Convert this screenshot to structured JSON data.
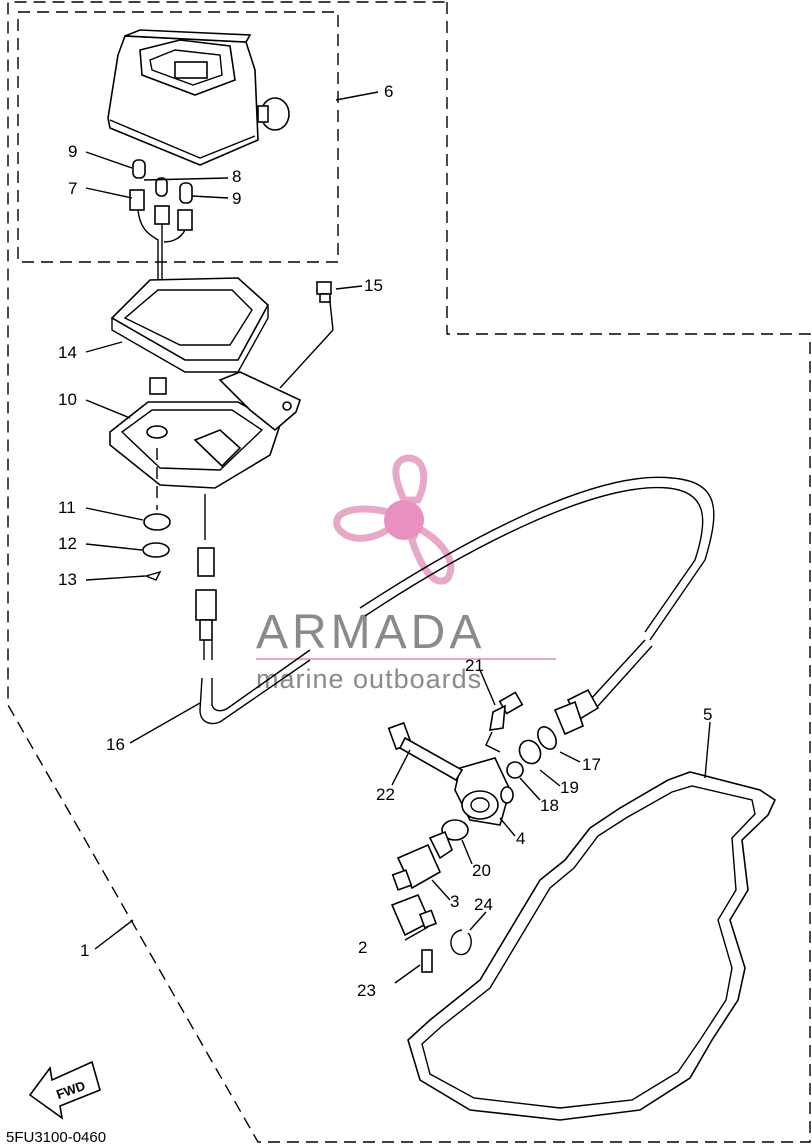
{
  "diagram": {
    "drawing_code": "5FU3100-0460",
    "fwd_label": "FWD",
    "watermark": {
      "title": "ARMADA",
      "subtitle": "marine outboards",
      "title_color": "#8a8a8a",
      "logo_color": "#e8a8c8",
      "logo_hub_color": "#e890c0"
    },
    "callouts": [
      "1",
      "2",
      "3",
      "4",
      "5",
      "6",
      "7",
      "8",
      "9",
      "9",
      "10",
      "11",
      "12",
      "13",
      "14",
      "15",
      "16",
      "17",
      "18",
      "19",
      "20",
      "21",
      "22",
      "23",
      "24"
    ]
  }
}
